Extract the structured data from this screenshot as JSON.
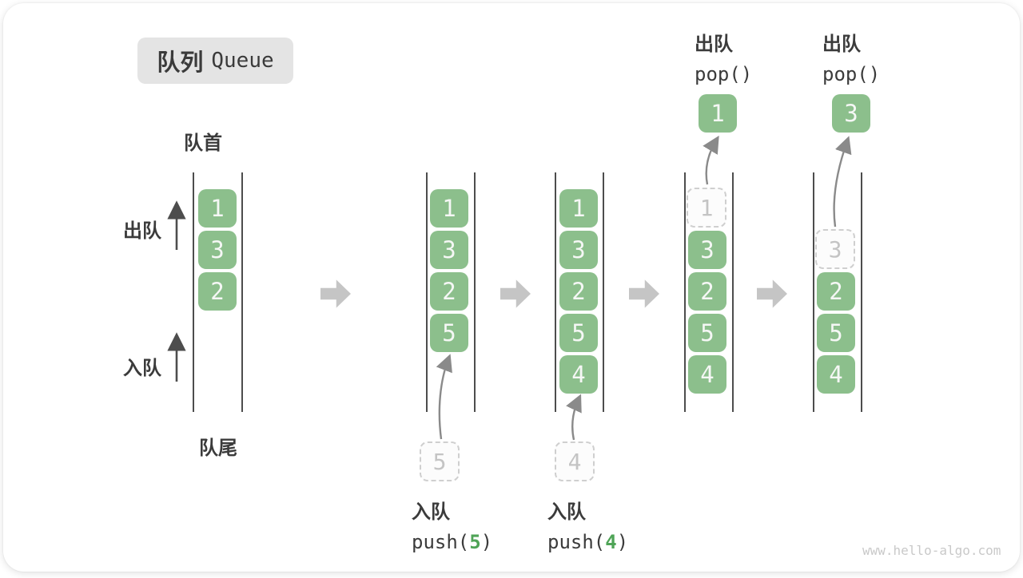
{
  "title": {
    "zh": "队列",
    "en": "Queue"
  },
  "labels": {
    "front": "队首",
    "rear": "队尾",
    "dequeue": "出队",
    "enqueue": "入队"
  },
  "colors": {
    "box_green": "#8CBF8C",
    "accent_green": "#4FA457",
    "arrow_grey": "#C5C5C5",
    "line_dark": "#4D4D4D",
    "ink": "#3B3B3B",
    "ghost": "#C4C4C4"
  },
  "states": [
    {
      "values": [
        "1",
        "3",
        "2"
      ]
    },
    {
      "values": [
        "1",
        "3",
        "2",
        "5"
      ]
    },
    {
      "values": [
        "1",
        "3",
        "2",
        "5",
        "4"
      ]
    },
    {
      "dashed": "1",
      "values": [
        "3",
        "2",
        "5",
        "4"
      ]
    },
    {
      "dashed": "3",
      "values": [
        "2",
        "5",
        "4"
      ]
    }
  ],
  "operations": {
    "push5": {
      "label": "入队",
      "fn_open": "push(",
      "arg": "5",
      "fn_close": ")",
      "pending": "5"
    },
    "push4": {
      "label": "入队",
      "fn_open": "push(",
      "arg": "4",
      "fn_close": ")",
      "pending": "4"
    },
    "pop1": {
      "label": "出队",
      "fn": "pop()",
      "popped": "1"
    },
    "pop2": {
      "label": "出队",
      "fn": "pop()",
      "popped": "3"
    }
  },
  "watermark": "www.hello-algo.com"
}
